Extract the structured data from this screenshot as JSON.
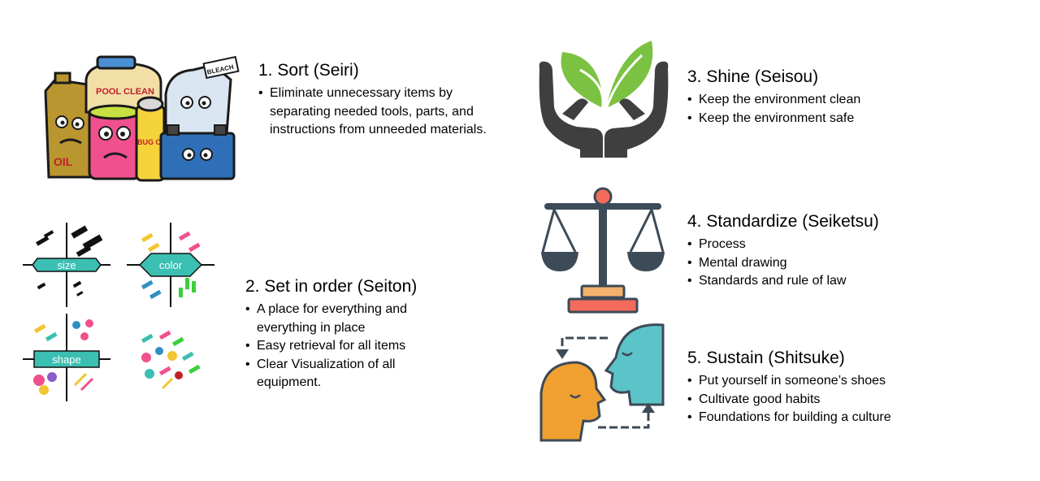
{
  "steps": [
    {
      "title": "1. Sort (Seiri)",
      "bullets": [
        "Eliminate unnecessary items by separating needed tools, parts, and instructions from unneeded materials."
      ],
      "illustration_labels": [
        "POOL CLEAN",
        "BLEACH",
        "OIL",
        "BUG OFF"
      ]
    },
    {
      "title": "2. Set in order (Seiton)",
      "bullets": [
        "A place for everything and everything in place",
        "Easy retrieval for all items",
        "Clear Visualization of all equipment."
      ],
      "illustration_labels": [
        "size",
        "color",
        "shape"
      ]
    },
    {
      "title": "3. Shine (Seisou)",
      "bullets": [
        "Keep the environment clean",
        "Keep the environment safe"
      ]
    },
    {
      "title": "4. Standardize (Seiketsu)",
      "bullets": [
        "Process",
        "Mental drawing",
        "Standards and rule of law"
      ]
    },
    {
      "title": "5. Sustain (Shitsuke)",
      "bullets": [
        "Put yourself in someone’s shoes",
        "Cultivate good habits",
        "Foundations for building a culture"
      ]
    }
  ],
  "icons": [
    "cleaning-products-icon",
    "sorting-candy-icon",
    "hands-plant-icon",
    "balance-scale-icon",
    "two-heads-icon"
  ],
  "colors": {
    "leaf_green": "#7cc242",
    "hands_dark": "#3f3f3f",
    "scale_dark": "#3d4a57",
    "scale_base": "#f4b16b",
    "scale_accent": "#f26b5b",
    "head_orange": "#f0a030",
    "head_teal": "#5bc4c8",
    "sort_teal": "#3bbfb2"
  }
}
